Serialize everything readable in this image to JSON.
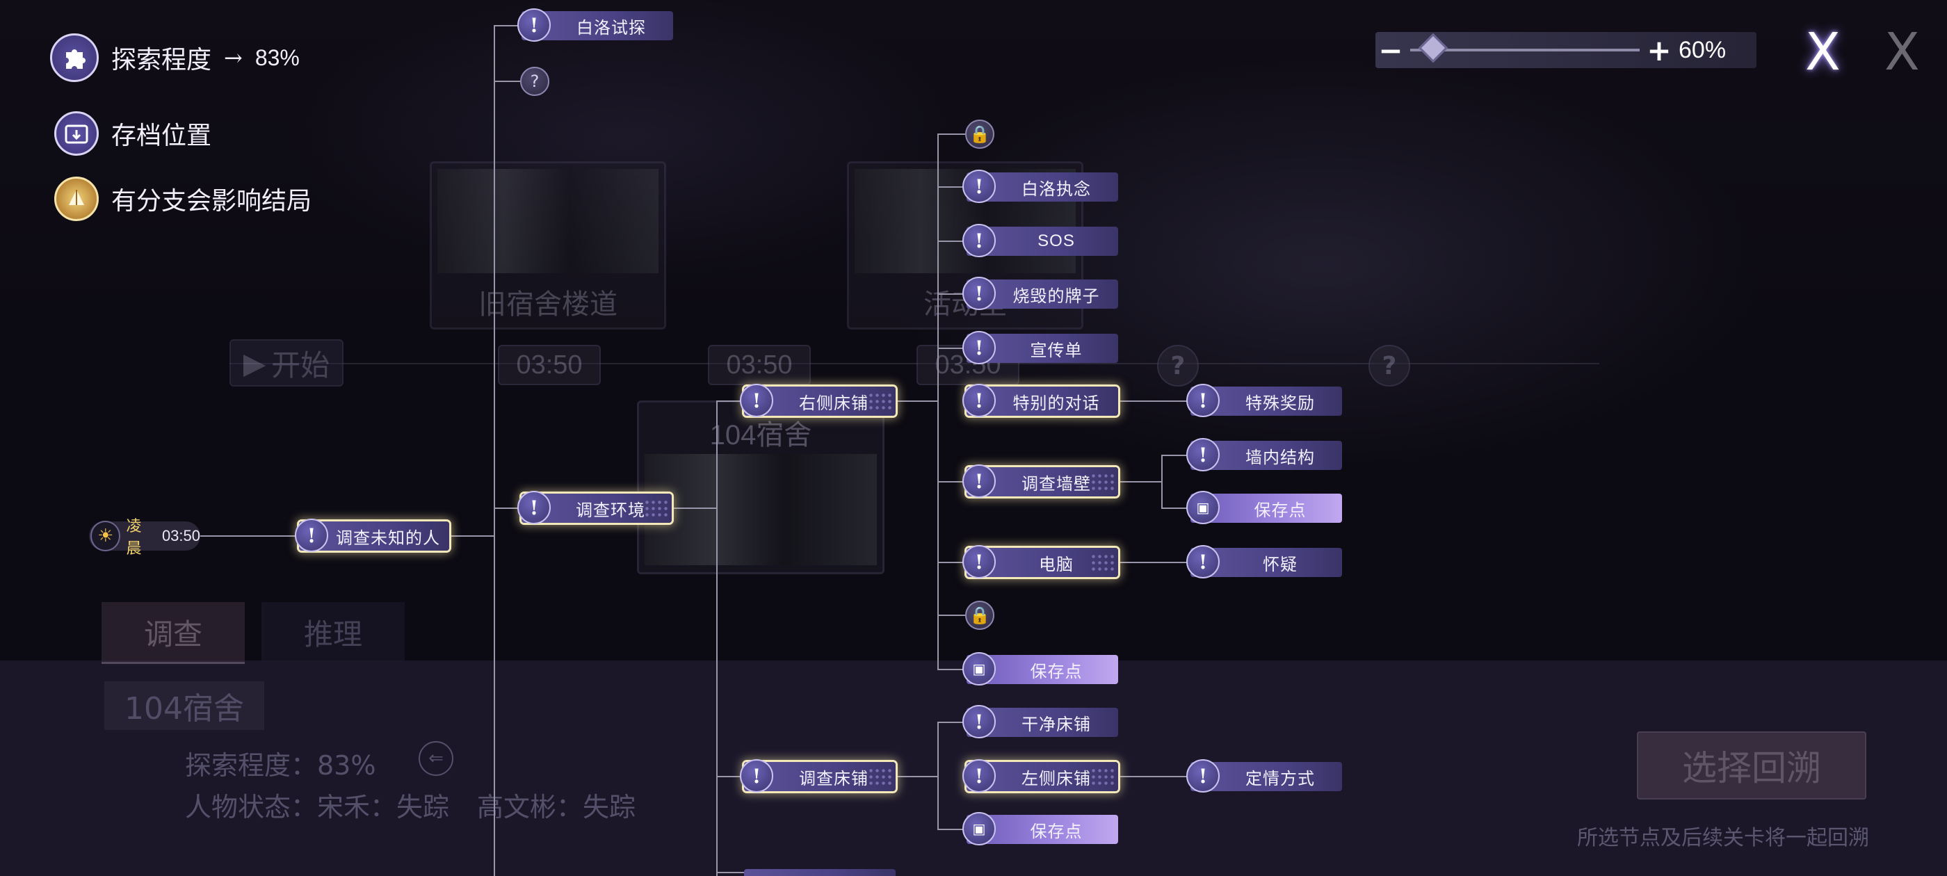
{
  "legend": {
    "exploration_label": "探索程度",
    "exploration_arrow": "→",
    "exploration_value": "83%",
    "save_location": "存档位置",
    "branch_note": "有分支会影响结局"
  },
  "zoom": {
    "minus": "−",
    "plus": "+",
    "value": "60%",
    "level": 0.1
  },
  "close_icon": "X",
  "background": {
    "start_label": "开始",
    "scene_old_dorm": "旧宿舍楼道",
    "scene_activity": "活动室",
    "scene_104": "104宿舍",
    "times": [
      "03:50",
      "03:50",
      "03:50"
    ],
    "tabs": {
      "investigate": "调查",
      "reason": "推理"
    },
    "location": "104宿舍",
    "exploration": "探索程度：83%",
    "status_label": "人物状态：",
    "status_1": "宋禾：失踪",
    "status_2": "高文彬：失踪",
    "select_button": "选择回溯",
    "select_hint": "所选节点及后续关卡将一起回溯"
  },
  "start_node": {
    "label": "凌晨",
    "time": "03:50"
  },
  "nodes": {
    "unknown_person": "调查未知的人",
    "bailuo_probe": "白洛试探",
    "investigate_env": "调查环境",
    "right_bed": "右侧床铺",
    "investigate_bed": "调查床铺",
    "bailuo_obsession": "白洛执念",
    "sos": "SOS",
    "burnt_sign": "烧毁的牌子",
    "flyer": "宣传单",
    "special_talk": "特别的对话",
    "investigate_wall": "调查墙壁",
    "computer": "电脑",
    "save_1": "保存点",
    "special_reward": "特殊奖励",
    "wall_structure": "墙内结构",
    "save_2": "保存点",
    "suspicion": "怀疑",
    "clean_bed": "干净床铺",
    "left_bed": "左侧床铺",
    "save_3": "保存点",
    "love_token": "定情方式"
  },
  "colors": {
    "node": "#4a4284",
    "save": "#9d86e0",
    "highlight": "#f3e9b8",
    "line": "#9a96aa"
  }
}
